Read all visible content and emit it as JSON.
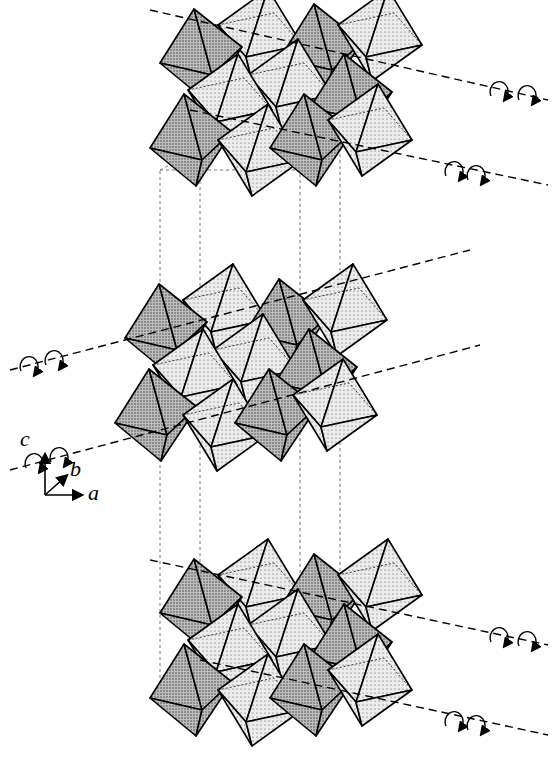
{
  "diagram": {
    "labels": [
      "c",
      "b",
      "a"
    ]
  }
}
